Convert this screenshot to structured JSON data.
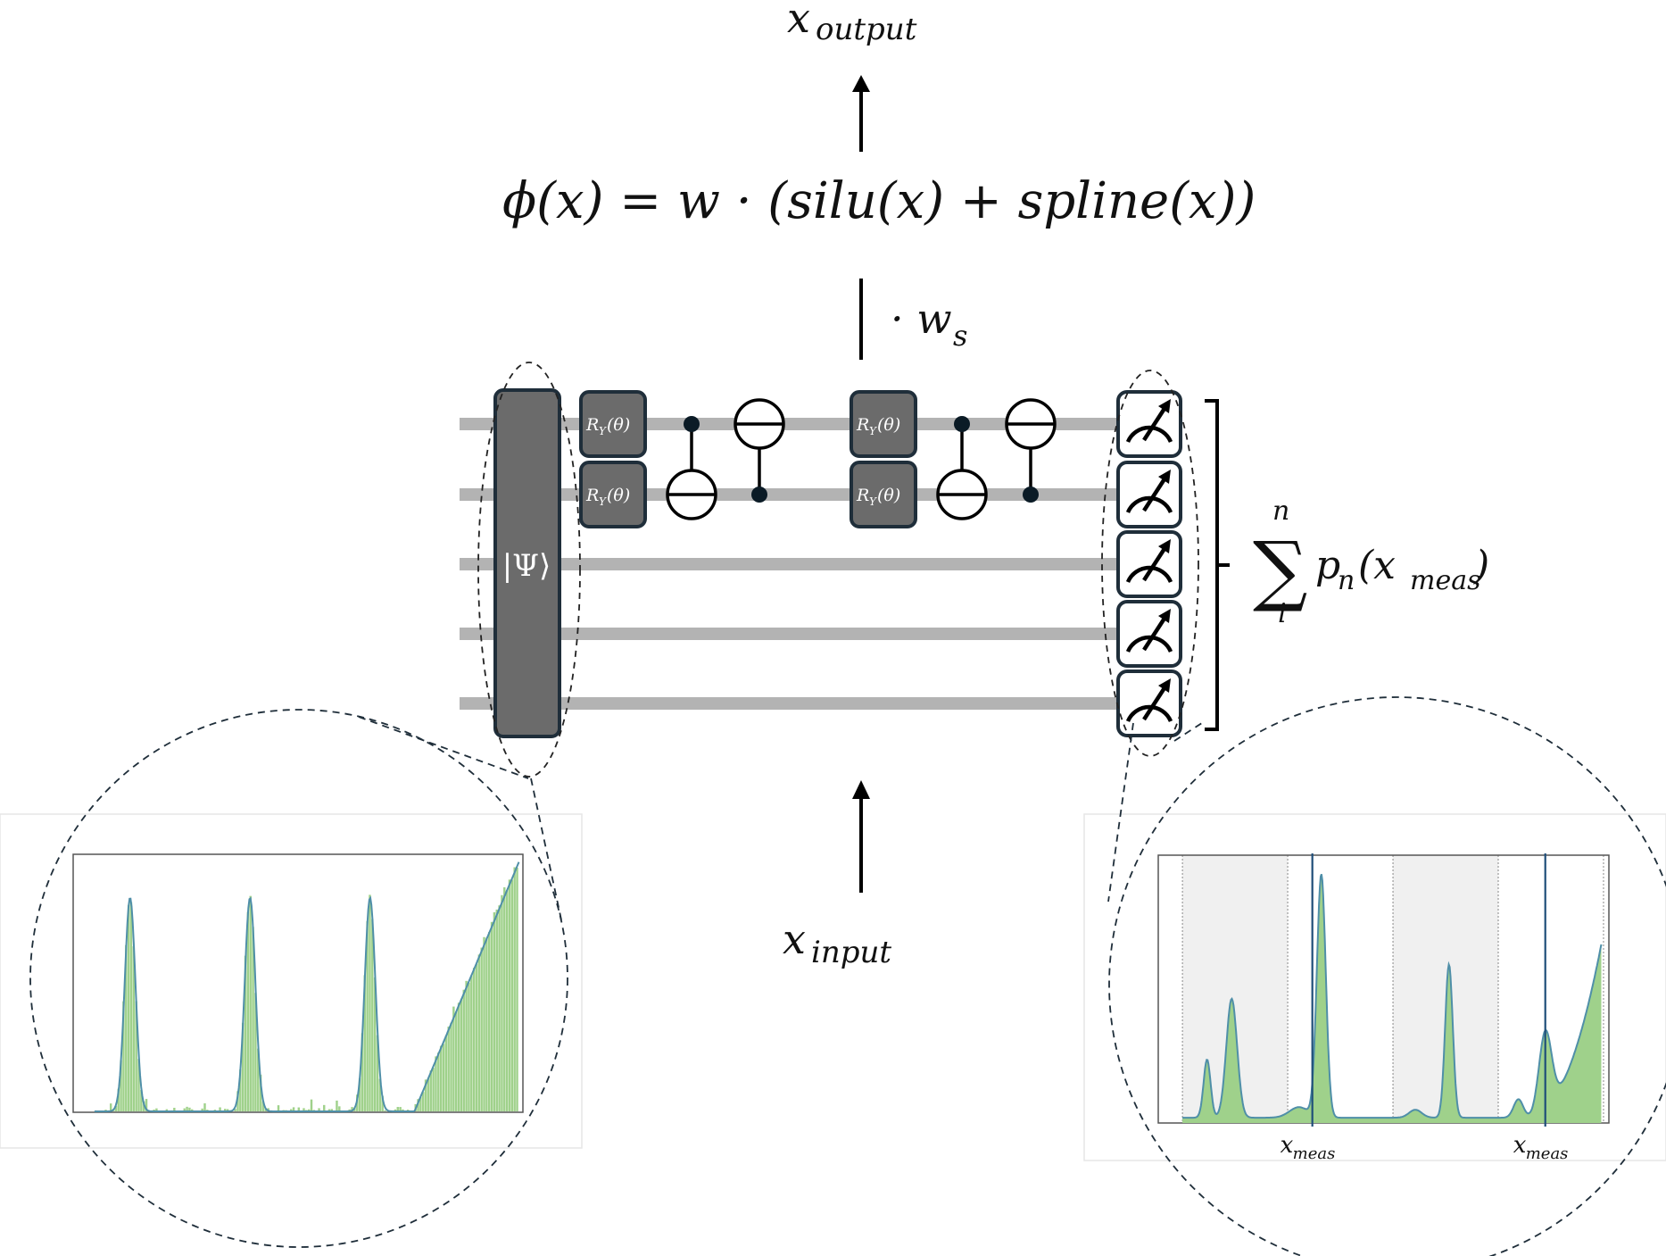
{
  "labels": {
    "output": "x",
    "output_sub": "output",
    "input": "x",
    "input_sub": "input",
    "formula": "ϕ(x) = w · (silu(x) + spline(x))",
    "weight_dot": "· w",
    "weight_sub": "s",
    "state": "|Ψ⟩",
    "sum_symbol": "∑",
    "sum_top": "n",
    "sum_bottom": "i",
    "sum_term": "p",
    "sum_term_sub": "n",
    "sum_paren_open": "(x",
    "sum_paren_sub": "meas",
    "sum_paren_close": ")"
  },
  "circuit": {
    "qubit_count": 5,
    "gates": [
      {
        "type": "ry",
        "label": "R",
        "label_sub": "Y",
        "label_tail": "(θ)",
        "qubit": 0,
        "layer": 1
      },
      {
        "type": "ry",
        "label": "R",
        "label_sub": "Y",
        "label_tail": "(θ)",
        "qubit": 1,
        "layer": 1
      },
      {
        "type": "cnot",
        "control": 0,
        "target": 1,
        "layer": 1
      },
      {
        "type": "cnot",
        "control": 1,
        "target": 0,
        "layer": 1
      },
      {
        "type": "ry",
        "label": "R",
        "label_sub": "Y",
        "label_tail": "(θ)",
        "qubit": 0,
        "layer": 2
      },
      {
        "type": "ry",
        "label": "R",
        "label_sub": "Y",
        "label_tail": "(θ)",
        "qubit": 1,
        "layer": 2
      },
      {
        "type": "cnot",
        "control": 0,
        "target": 1,
        "layer": 2
      },
      {
        "type": "cnot",
        "control": 1,
        "target": 0,
        "layer": 2
      }
    ],
    "measurements": 5
  },
  "insets": {
    "left": {
      "description": "histogram of encoded state distribution with three gaussian peaks and a rising ramp",
      "peak_centers": [
        0.12,
        0.39,
        0.66
      ],
      "ramp_start": 0.76
    },
    "right": {
      "description": "measured probability density with shaded bins",
      "marker_label": "x",
      "marker_sub": "meas",
      "marker_positions": [
        0.34,
        0.86
      ]
    }
  },
  "colors": {
    "wire": "#b3b3b3",
    "gate_fill": "#6b6b6b",
    "gate_border": "#1f2e3a",
    "bar_fill": "#9fd18b",
    "curve": "#4f8fa8",
    "marker_line": "#1f4e79",
    "shade": "#f0f0f0"
  }
}
